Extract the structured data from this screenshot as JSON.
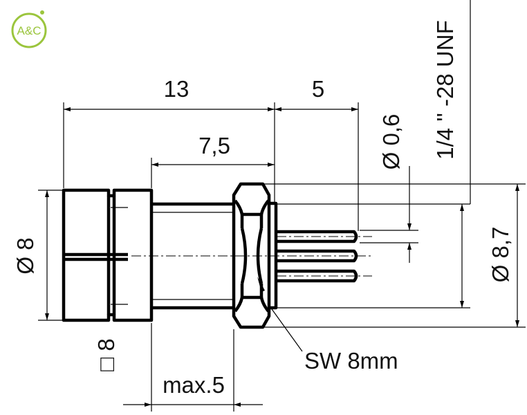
{
  "logo": {
    "text": "A&C",
    "color": "#9bc53d"
  },
  "dimensions": {
    "overall_length": "13",
    "pin_length": "5",
    "body_length": "7,5",
    "pin_diameter": "Ø 0,6",
    "thread": "1/4 '' -28 UNF",
    "flange_diameter": "Ø 8,7",
    "head_diameter": "Ø 8",
    "head_square": "□ 8",
    "panel_thickness": "max.5",
    "wrench_size": "SW 8mm"
  }
}
